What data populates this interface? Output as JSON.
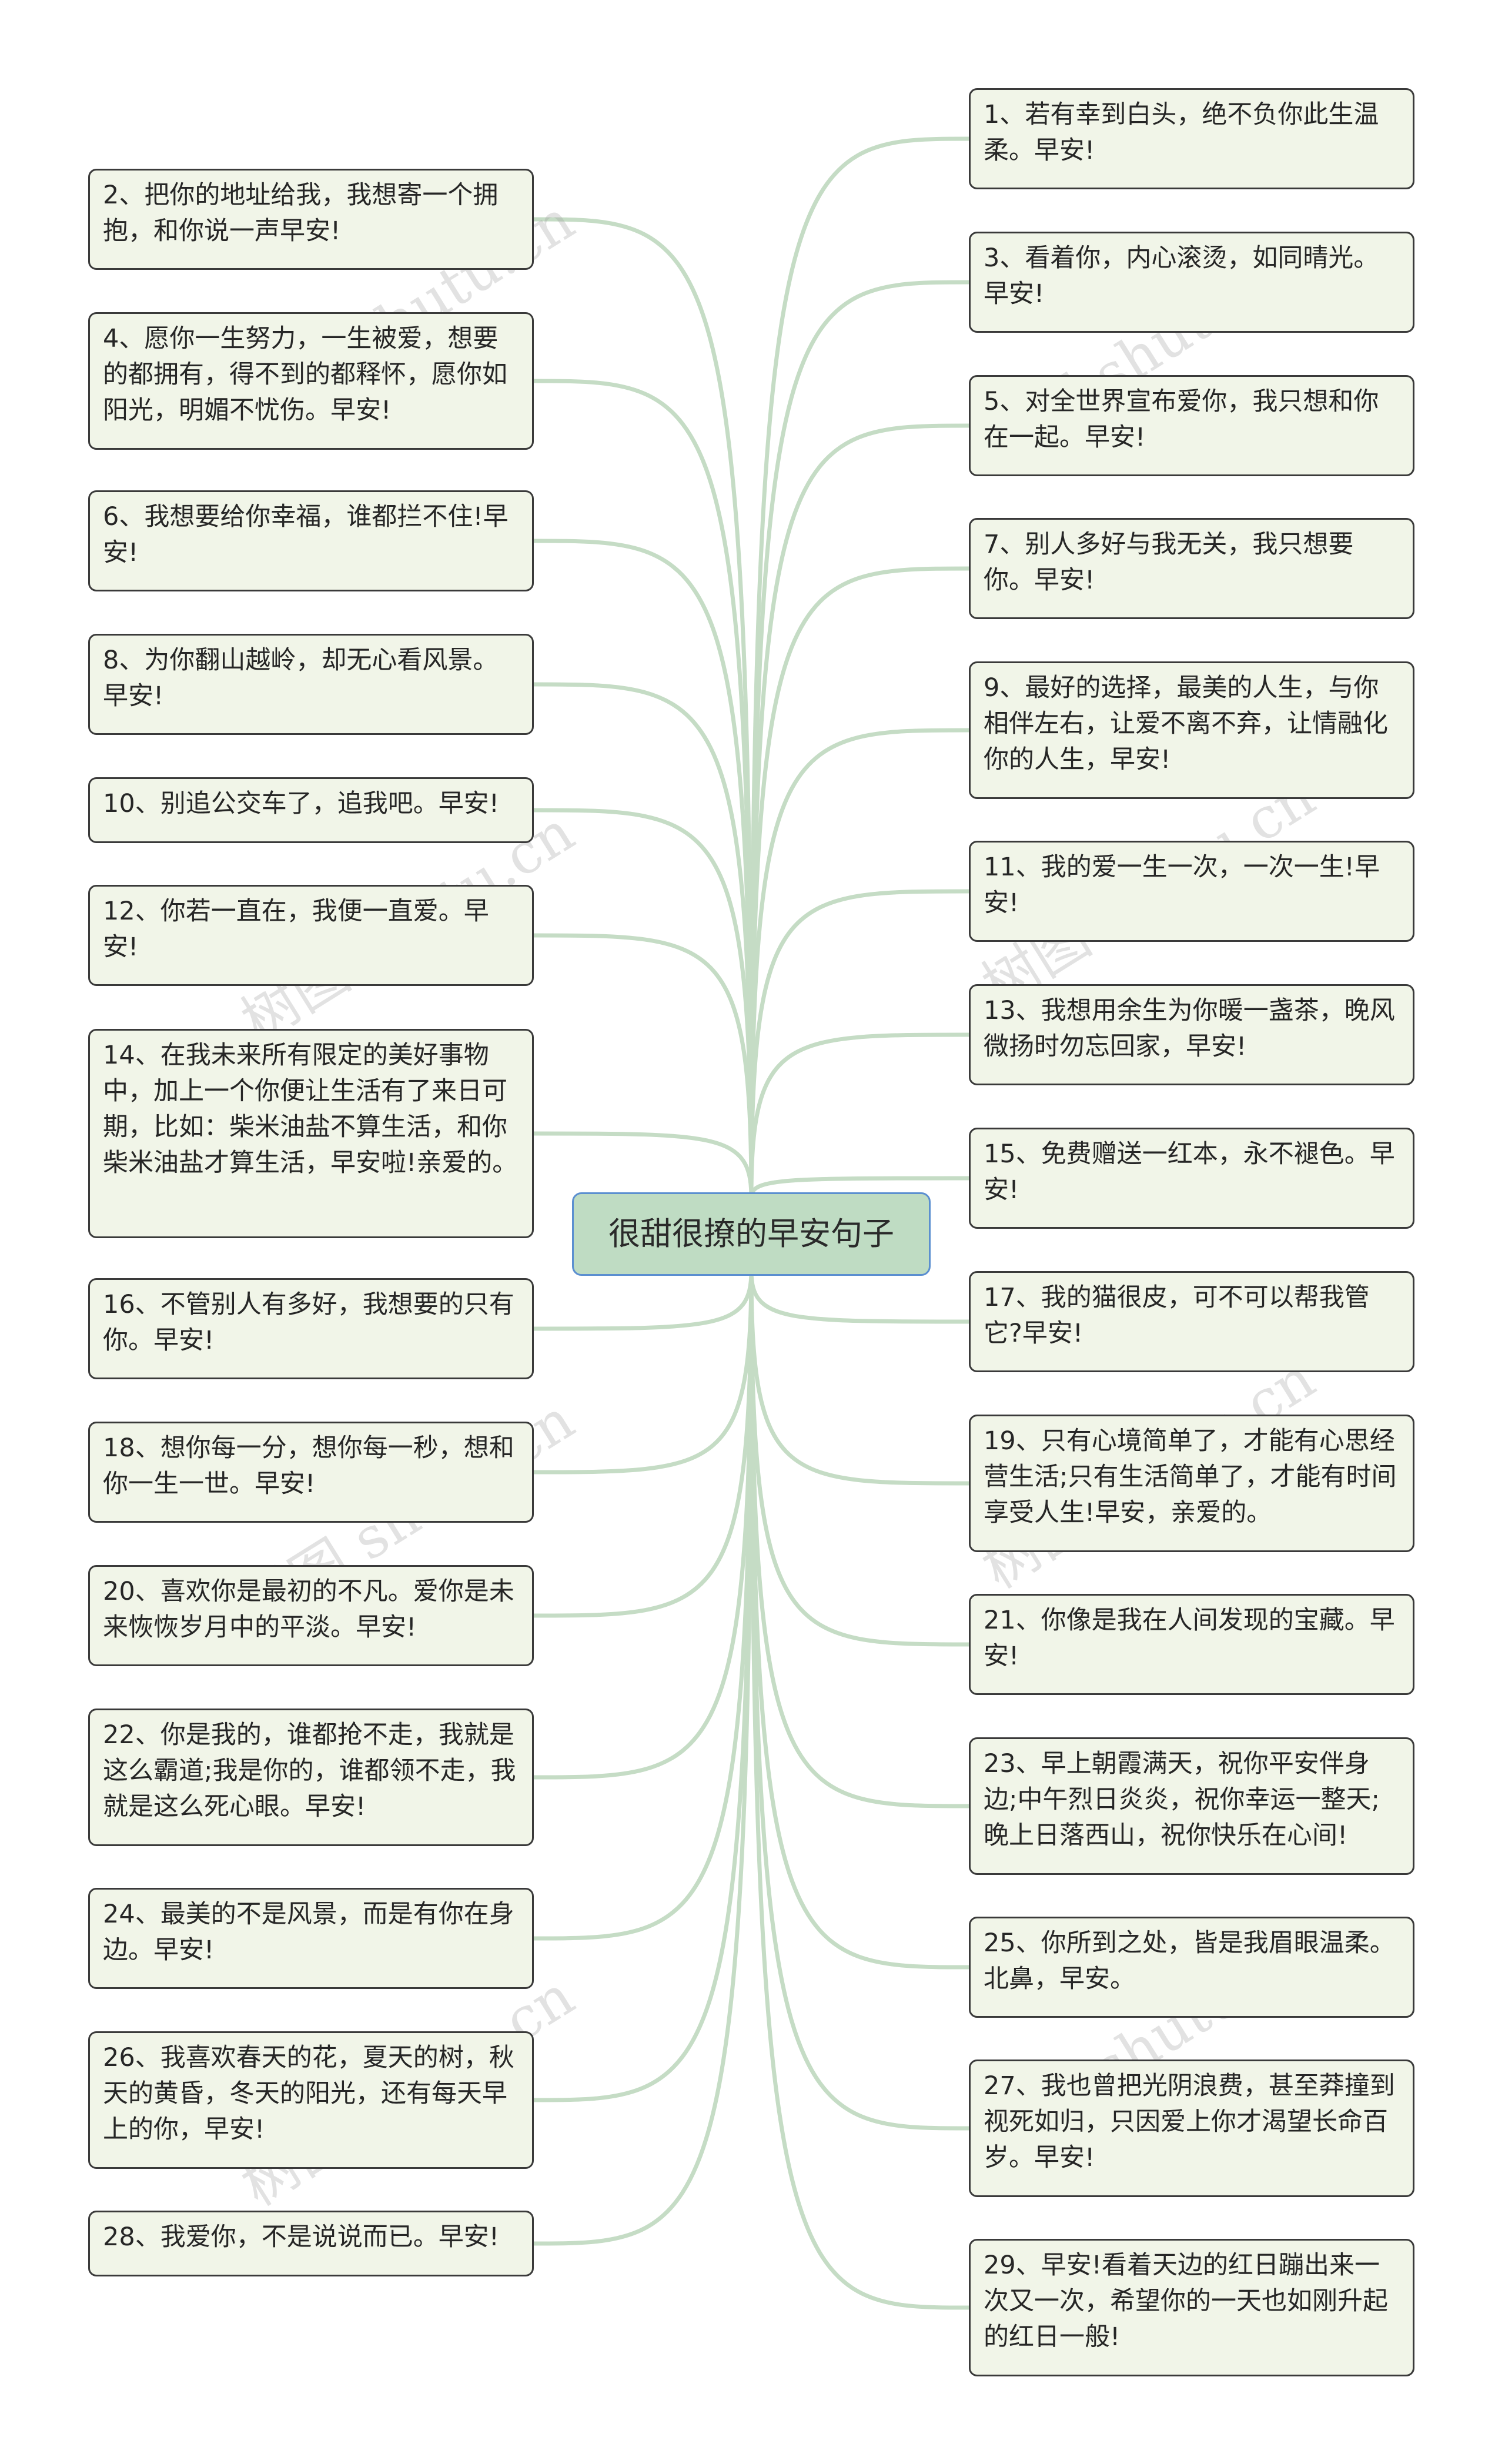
{
  "root": {
    "label": "很甜很撩的早安句子"
  },
  "nodes": [
    {
      "id": 1,
      "text": "1、若有幸到白头，绝不负你此生温柔。早安!"
    },
    {
      "id": 2,
      "text": "2、把你的地址给我，我想寄一个拥抱，和你说一声早安!"
    },
    {
      "id": 3,
      "text": "3、看着你，内心滚烫，如同晴光。早安!"
    },
    {
      "id": 4,
      "text": "4、愿你一生努力，一生被爱，想要的都拥有，得不到的都释怀，愿你如阳光，明媚不忧伤。早安!"
    },
    {
      "id": 5,
      "text": "5、对全世界宣布爱你，我只想和你在一起。早安!"
    },
    {
      "id": 6,
      "text": "6、我想要给你幸福，谁都拦不住!早安!"
    },
    {
      "id": 7,
      "text": "7、别人多好与我无关，我只想要你。早安!"
    },
    {
      "id": 8,
      "text": "8、为你翻山越岭，却无心看风景。早安!"
    },
    {
      "id": 9,
      "text": "9、最好的选择，最美的人生，与你相伴左右，让爱不离不弃，让情融化你的人生，早安!"
    },
    {
      "id": 10,
      "text": "10、别追公交车了，追我吧。早安!"
    },
    {
      "id": 11,
      "text": "11、我的爱一生一次，一次一生!早安!"
    },
    {
      "id": 12,
      "text": "12、你若一直在，我便一直爱。早安!"
    },
    {
      "id": 13,
      "text": "13、我想用余生为你暖一盏茶，晚风微扬时勿忘回家，早安!"
    },
    {
      "id": 14,
      "text": "14、在我未来所有限定的美好事物中，加上一个你便让生活有了来日可期，比如：柴米油盐不算生活，和你柴米油盐才算生活，早安啦!亲爱的。"
    },
    {
      "id": 15,
      "text": "15、免费赠送一红本，永不褪色。早安!"
    },
    {
      "id": 16,
      "text": "16、不管别人有多好，我想要的只有你。早安!"
    },
    {
      "id": 17,
      "text": "17、我的猫很皮，可不可以帮我管它?早安!"
    },
    {
      "id": 18,
      "text": "18、想你每一分，想你每一秒，想和你一生一世。早安!"
    },
    {
      "id": 19,
      "text": "19、只有心境简单了，才能有心思经营生活;只有生活简单了，才能有时间享受人生!早安，亲爱的。"
    },
    {
      "id": 20,
      "text": "20、喜欢你是最初的不凡。爱你是未来恢恢岁月中的平淡。早安!"
    },
    {
      "id": 21,
      "text": "21、你像是我在人间发现的宝藏。早安!"
    },
    {
      "id": 22,
      "text": "22、你是我的，谁都抢不走，我就是这么霸道;我是你的，谁都领不走，我就是这么死心眼。早安!"
    },
    {
      "id": 23,
      "text": "23、早上朝霞满天，祝你平安伴身边;中午烈日炎炎，祝你幸运一整天;晚上日落西山，祝你快乐在心间!"
    },
    {
      "id": 24,
      "text": "24、最美的不是风景，而是有你在身边。早安!"
    },
    {
      "id": 25,
      "text": "25、你所到之处，皆是我眉眼温柔。北鼻，早安。"
    },
    {
      "id": 26,
      "text": "26、我喜欢春天的花，夏天的树，秋天的黄昏，冬天的阳光，还有每天早上的你，早安!"
    },
    {
      "id": 27,
      "text": "27、我也曾把光阴浪费，甚至莽撞到视死如归，只因爱上你才渴望长命百岁。早安!"
    },
    {
      "id": 28,
      "text": "28、我爱你，不是说说而已。早安!"
    },
    {
      "id": 29,
      "text": "29、早安!看着天边的红日蹦出来一次又一次，希望你的一天也如刚升起的红日一般!"
    }
  ],
  "watermark": {
    "text": "树图 shutu.cn"
  },
  "colors": {
    "connector": "#c5dcc5",
    "node_fill": "#f1f5e8",
    "root_fill": "#bfdcc3",
    "root_border": "#5b8fd0"
  }
}
